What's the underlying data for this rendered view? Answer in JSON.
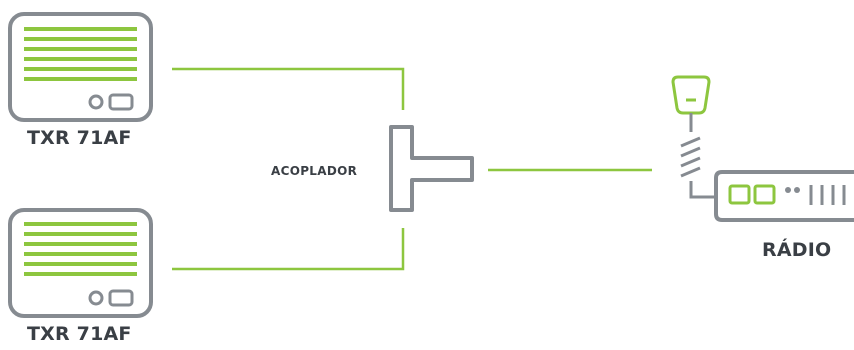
{
  "transmitter_top": {
    "label": "TXR 71AF"
  },
  "transmitter_bottom": {
    "label": "TXR 71AF"
  },
  "coupler": {
    "label": "ACOPLADOR"
  },
  "radio": {
    "label": "RÁDIO"
  },
  "colors": {
    "accent_green": "#8dc63f",
    "device_gray": "#868b91",
    "text_dark": "#3a3f45"
  }
}
